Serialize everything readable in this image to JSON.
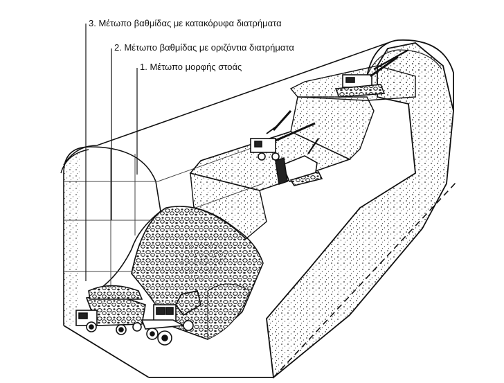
{
  "diagram": {
    "labels": [
      {
        "id": 1,
        "text": "1. Μέτωπο μορφής στοάς"
      },
      {
        "id": 2,
        "text": "2. Μέτωπο βαθμίδας με οριζόντια διατρήματα"
      },
      {
        "id": 3,
        "text": "3. Μέτωπο βαθμίδας με κατακόρυφα διατρήματα"
      }
    ],
    "ink_color": "#111111",
    "background_color": "#ffffff"
  }
}
